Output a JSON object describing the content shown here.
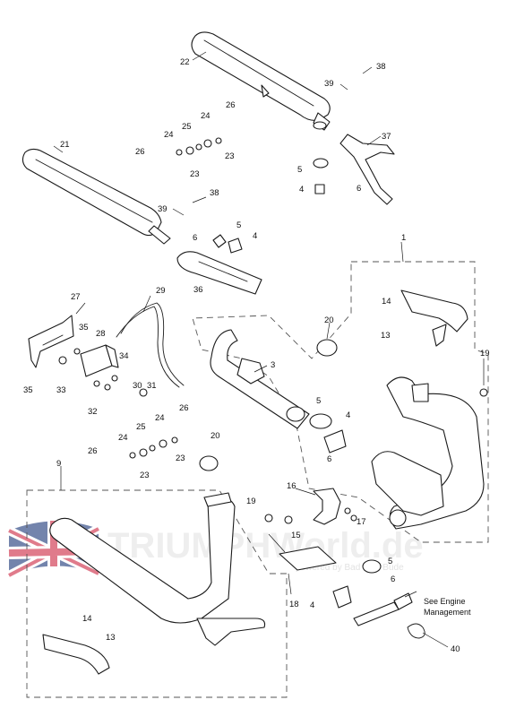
{
  "diagram": {
    "callouts": [
      {
        "id": "c22",
        "label": "22"
      },
      {
        "id": "c38a",
        "label": "38"
      },
      {
        "id": "c39a",
        "label": "39"
      },
      {
        "id": "c26a",
        "label": "26"
      },
      {
        "id": "c24a",
        "label": "24"
      },
      {
        "id": "c25a",
        "label": "25"
      },
      {
        "id": "c26b",
        "label": "26"
      },
      {
        "id": "c23a",
        "label": "23"
      },
      {
        "id": "c23b",
        "label": "23"
      },
      {
        "id": "c24b",
        "label": "24"
      },
      {
        "id": "c21",
        "label": "21"
      },
      {
        "id": "c37",
        "label": "37"
      },
      {
        "id": "c5a",
        "label": "5"
      },
      {
        "id": "c4a",
        "label": "4"
      },
      {
        "id": "c6a",
        "label": "6"
      },
      {
        "id": "c38b",
        "label": "38"
      },
      {
        "id": "c39b",
        "label": "39"
      },
      {
        "id": "c5b",
        "label": "5"
      },
      {
        "id": "c6b",
        "label": "6"
      },
      {
        "id": "c4b",
        "label": "4"
      },
      {
        "id": "c36",
        "label": "36"
      },
      {
        "id": "c1",
        "label": "1"
      },
      {
        "id": "c27",
        "label": "27"
      },
      {
        "id": "c29",
        "label": "29"
      },
      {
        "id": "c20a",
        "label": "20"
      },
      {
        "id": "c14a",
        "label": "14"
      },
      {
        "id": "c13a",
        "label": "13"
      },
      {
        "id": "c35a",
        "label": "35"
      },
      {
        "id": "c28",
        "label": "28"
      },
      {
        "id": "c34",
        "label": "34"
      },
      {
        "id": "c35b",
        "label": "35"
      },
      {
        "id": "c33",
        "label": "33"
      },
      {
        "id": "c3",
        "label": "3"
      },
      {
        "id": "c19a",
        "label": "19"
      },
      {
        "id": "c30",
        "label": "30"
      },
      {
        "id": "c31",
        "label": "31"
      },
      {
        "id": "c32",
        "label": "32"
      },
      {
        "id": "c5c",
        "label": "5"
      },
      {
        "id": "c4c",
        "label": "4"
      },
      {
        "id": "c26c",
        "label": "26"
      },
      {
        "id": "c24c",
        "label": "24"
      },
      {
        "id": "c25b",
        "label": "25"
      },
      {
        "id": "c24d",
        "label": "24"
      },
      {
        "id": "c20b",
        "label": "20"
      },
      {
        "id": "c26d",
        "label": "26"
      },
      {
        "id": "c23c",
        "label": "23"
      },
      {
        "id": "c23d",
        "label": "23"
      },
      {
        "id": "c6c",
        "label": "6"
      },
      {
        "id": "c9",
        "label": "9"
      },
      {
        "id": "c16",
        "label": "16"
      },
      {
        "id": "c19b",
        "label": "19"
      },
      {
        "id": "c17",
        "label": "17"
      },
      {
        "id": "c15",
        "label": "15"
      },
      {
        "id": "c5d",
        "label": "5"
      },
      {
        "id": "c6d",
        "label": "6"
      },
      {
        "id": "c18",
        "label": "18"
      },
      {
        "id": "c4d",
        "label": "4"
      },
      {
        "id": "c14b",
        "label": "14"
      },
      {
        "id": "c13b",
        "label": "13"
      },
      {
        "id": "c40",
        "label": "40"
      }
    ],
    "note_line1": "See Engine",
    "note_line2": "Management"
  },
  "watermark": {
    "brand": "TRIUMPHWorld.de",
    "tagline": "powered by Bad Bike Bude"
  },
  "colors": {
    "line": "#1a1a1a",
    "shade": "#d9d9d9",
    "watermark": "#c8c8c8",
    "flag_red": "#c8102e",
    "flag_blue": "#012169"
  }
}
